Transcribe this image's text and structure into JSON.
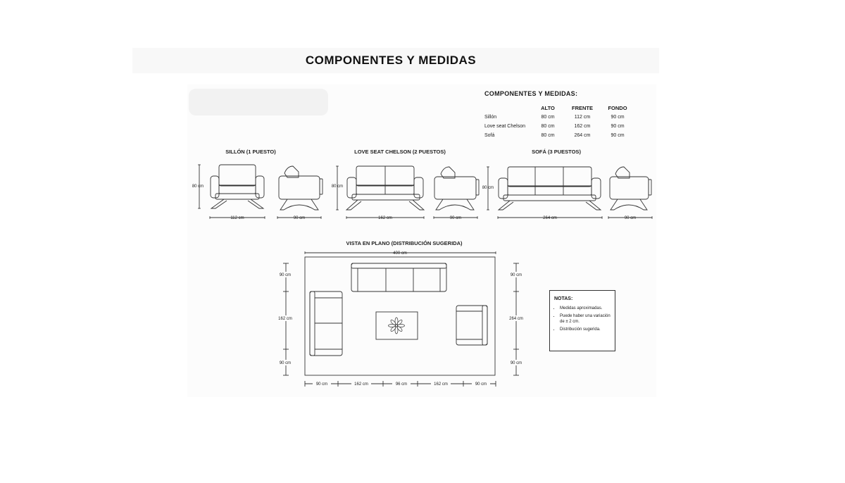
{
  "page_title": "COMPONENTES Y MEDIDAS",
  "spec_table": {
    "title": "COMPONENTES Y MEDIDAS:",
    "headers": [
      "",
      "ALTO",
      "FRENTE",
      "FONDO"
    ],
    "rows": [
      [
        "Sillón",
        "80 cm",
        "112 cm",
        "90 cm"
      ],
      [
        "Love seat Chelson",
        "80 cm",
        "162 cm",
        "90 cm"
      ],
      [
        "Sofá",
        "80 cm",
        "264 cm",
        "90 cm"
      ]
    ]
  },
  "elevations": {
    "sillon": {
      "title": "SILLÓN (1 PUESTO)",
      "height": "80 cm",
      "width": "112 cm",
      "depth": "90 cm"
    },
    "loveseat": {
      "title": "LOVE SEAT CHELSON (2 PUESTOS)",
      "height": "80 cm",
      "width": "162 cm",
      "depth": "90 cm"
    },
    "sofa": {
      "title": "SOFÁ (3 PUESTOS)",
      "height": "80 cm",
      "width": "264 cm",
      "depth": "90 cm"
    }
  },
  "plan": {
    "title": "VISTA EN PLANO (DISTRIBUCIÓN SUGERIDA)",
    "top_width": "400 cm",
    "left_dims": [
      "90 cm",
      "162 cm",
      "90 cm"
    ],
    "right_dims": [
      "90 cm",
      "264 cm",
      "90 cm"
    ],
    "bottom_dims": [
      "90 cm",
      "162 cm",
      "96 cm",
      "162 cm",
      "90 cm"
    ]
  },
  "notes": {
    "title": "NOTAS:",
    "items": [
      "Medidas aproximadas.",
      "Puede haber una variación de ± 2 cm.",
      "Distribución sugerida."
    ]
  }
}
